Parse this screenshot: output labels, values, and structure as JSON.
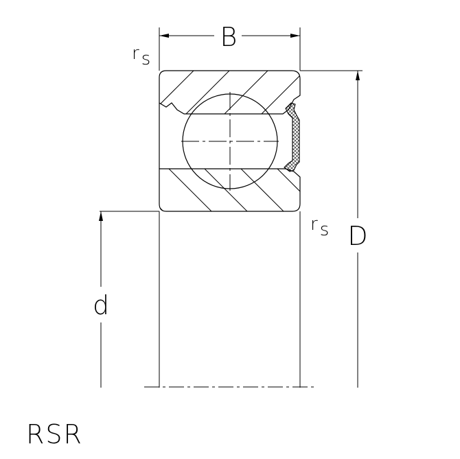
{
  "labels": {
    "width": "B",
    "outer_diameter": "D",
    "bore": "d",
    "radius_top": "r",
    "radius_top_sub": "s",
    "radius_bottom": "r",
    "radius_bottom_sub": "s",
    "designation": "RSR"
  },
  "colors": {
    "line": "#000000",
    "background": "#ffffff"
  }
}
